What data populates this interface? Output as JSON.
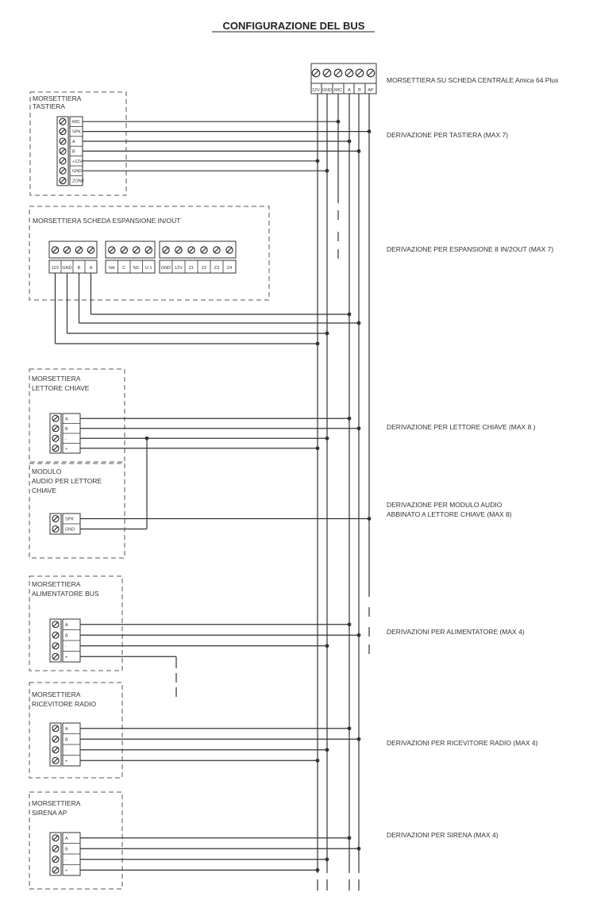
{
  "title": "CONFIGURAZIONE DEL BUS",
  "main_block": {
    "label": "MORSETTIERA SU SCHEDA CENTRALE Amica 64 Plus",
    "terminals": [
      "12V",
      "GND",
      "MIC",
      "A",
      "B",
      "AP"
    ]
  },
  "modules": {
    "tastiera": {
      "title_lines": [
        "MORSETTIERA",
        "TASTIERA"
      ],
      "terminals": [
        "MIC",
        "SPK",
        "A",
        "B",
        "+12V",
        "GND",
        "ZONE"
      ],
      "derivation": "DERIVAZIONE PER TASTIERA (MAX 7)"
    },
    "espansione": {
      "title_lines": [
        "MORSETTIERA SCHEDA ESPANSIONE IN/OUT"
      ],
      "group1": [
        "12V",
        "GND",
        "B",
        "A"
      ],
      "group2": [
        "NA",
        "C",
        "NC",
        "U 1"
      ],
      "group3": [
        "GND",
        "12V",
        "Z1",
        "Z2",
        "Z3",
        "Z4"
      ],
      "derivation": "DERIVAZIONE PER ESPANSIONE 8 IN/2OUT (MAX 7)"
    },
    "lettore": {
      "title_lines": [
        "MORSETTIERA",
        "LETTORE CHIAVE"
      ],
      "terminals": [
        "A",
        "B",
        "-",
        "+"
      ],
      "derivation": "DERIVAZIONE PER LETTORE CHIAVE (MAX 8 )"
    },
    "audio": {
      "title_lines": [
        "MODULO",
        "AUDIO PER LETTORE",
        "CHIAVE"
      ],
      "terminals": [
        "SPK",
        "GND"
      ],
      "derivation_lines": [
        "DERIVAZIONE PER MODULO AUDIO",
        "ABBINATO A LETTORE CHIAVE (MAX 8)"
      ]
    },
    "alimentatore": {
      "title_lines": [
        "MORSETTIERA",
        "ALIMENTATORE BUS"
      ],
      "terminals": [
        "A",
        "B",
        "-",
        "+"
      ],
      "derivation": "DERIVAZIONI  PER ALIMENTATORE (MAX 4)"
    },
    "radio": {
      "title_lines": [
        "MORSETTIERA",
        "RICEVITORE RADIO"
      ],
      "terminals": [
        "A",
        "B",
        "-",
        "+"
      ],
      "derivation": "DERIVAZIONI  PER RICEVITORE RADIO (MAX 4)"
    },
    "sirena": {
      "title_lines": [
        "MORSETTIERA",
        "SIRENA AP"
      ],
      "terminals": [
        "A",
        "B",
        "-",
        "+"
      ],
      "derivation": "DERIVAZIONI PER SIRENA (MAX 4)"
    }
  }
}
